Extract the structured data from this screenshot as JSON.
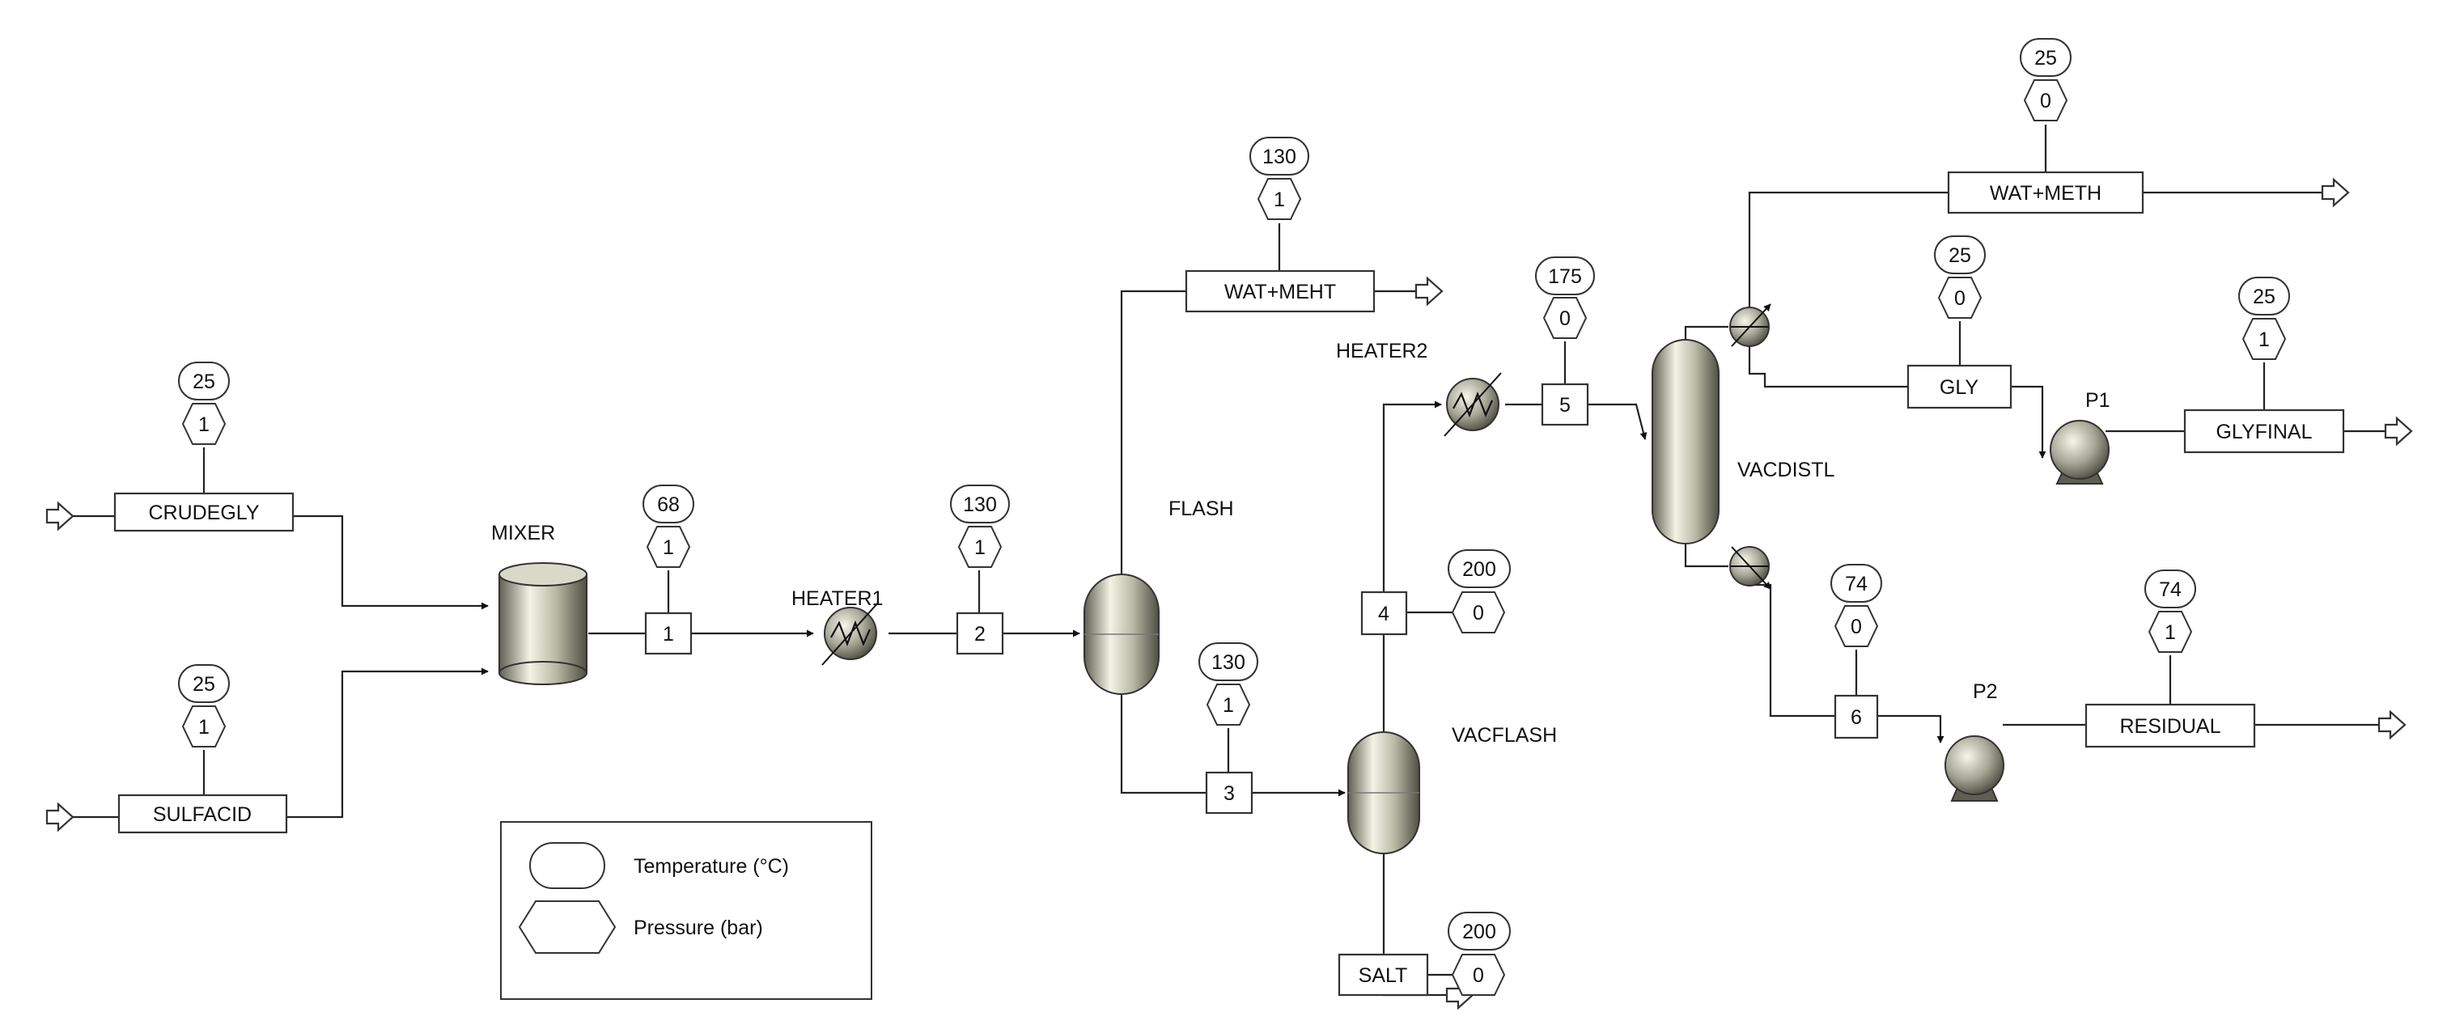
{
  "legend": {
    "temperature_label": "Temperature (°C)",
    "pressure_label": "Pressure (bar)"
  },
  "units": [
    {
      "id": "mixer",
      "label": "MIXER"
    },
    {
      "id": "heater1",
      "label": "HEATER1"
    },
    {
      "id": "flash",
      "label": "FLASH"
    },
    {
      "id": "vacflash",
      "label": "VACFLASH"
    },
    {
      "id": "heater2",
      "label": "HEATER2"
    },
    {
      "id": "vacdistl",
      "label": "VACDISTL"
    },
    {
      "id": "p1",
      "label": "P1"
    },
    {
      "id": "p2",
      "label": "P2"
    }
  ],
  "streams": [
    {
      "id": "crudegly",
      "label": "CRUDEGLY",
      "temperature": "25",
      "pressure": "1"
    },
    {
      "id": "sulfacid",
      "label": "SULFACID",
      "temperature": "25",
      "pressure": "1"
    },
    {
      "id": "s1",
      "label": "1",
      "temperature": "68",
      "pressure": "1"
    },
    {
      "id": "s2",
      "label": "2",
      "temperature": "130",
      "pressure": "1"
    },
    {
      "id": "watmeht",
      "label": "WAT+MEHT",
      "temperature": "130",
      "pressure": "1"
    },
    {
      "id": "s3",
      "label": "3",
      "temperature": "130",
      "pressure": "1"
    },
    {
      "id": "s4",
      "label": "4",
      "temperature": "200",
      "pressure": "0"
    },
    {
      "id": "salt",
      "label": "SALT",
      "temperature": "200",
      "pressure": "0"
    },
    {
      "id": "s5",
      "label": "5",
      "temperature": "175",
      "pressure": "0"
    },
    {
      "id": "watmeth",
      "label": "WAT+METH",
      "temperature": "25",
      "pressure": "0"
    },
    {
      "id": "gly",
      "label": "GLY",
      "temperature": "25",
      "pressure": "0"
    },
    {
      "id": "glyfinal",
      "label": "GLYFINAL",
      "temperature": "25",
      "pressure": "1"
    },
    {
      "id": "s6",
      "label": "6",
      "temperature": "74",
      "pressure": "0"
    },
    {
      "id": "residual",
      "label": "RESIDUAL",
      "temperature": "74",
      "pressure": "1"
    }
  ]
}
